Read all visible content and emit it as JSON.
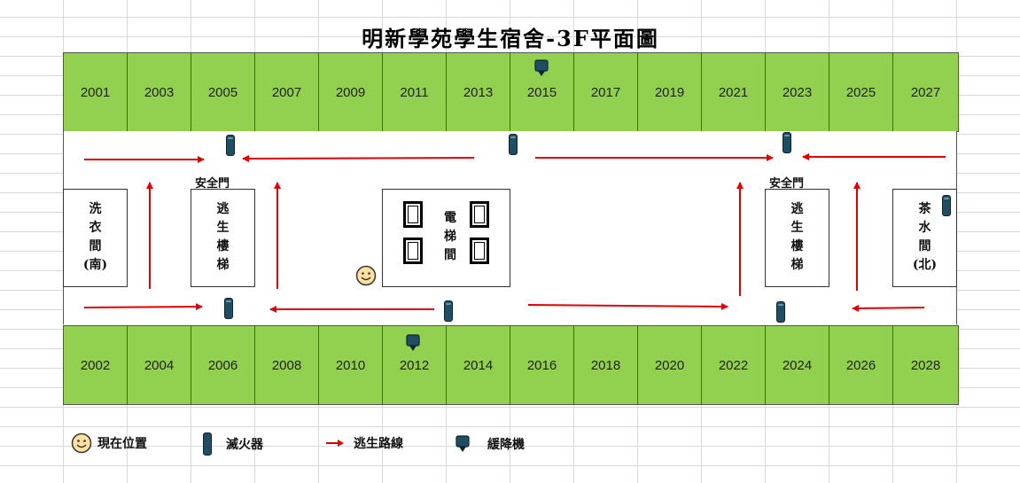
{
  "title": "明新學苑學生宿舍-3F平面圖",
  "rooms_top": [
    "2001",
    "2003",
    "2005",
    "2007",
    "2009",
    "2011",
    "2013",
    "2015",
    "2017",
    "2019",
    "2021",
    "2023",
    "2025",
    "2027"
  ],
  "rooms_bottom": [
    "2002",
    "2004",
    "2006",
    "2008",
    "2010",
    "2012",
    "2014",
    "2016",
    "2018",
    "2020",
    "2022",
    "2024",
    "2026",
    "2028"
  ],
  "laundry": [
    "洗",
    "衣",
    "間",
    "(南)"
  ],
  "stair_left": [
    "逃",
    "生",
    "樓",
    "梯"
  ],
  "stair_right": [
    "逃",
    "生",
    "樓",
    "梯"
  ],
  "elevator": [
    "電",
    "梯",
    "間"
  ],
  "tea_room": [
    "茶",
    "水",
    "間",
    "(北)"
  ],
  "safety_door_left": "安全門",
  "safety_door_right": "安全門",
  "legend": {
    "current_position": "現在位置",
    "extinguisher": "滅火器",
    "escape_route": "逃生路線",
    "descender": "緩降機"
  },
  "colors": {
    "room_fill": "#92d050",
    "arrow": "#e00000",
    "extinguisher": "#1f4e63",
    "smiley": "#ffe0a0"
  },
  "icons": {
    "current_position": "smiley-icon",
    "extinguisher": "fire-extinguisher-icon",
    "escape_route": "red-arrow-icon",
    "descender": "descender-icon"
  }
}
